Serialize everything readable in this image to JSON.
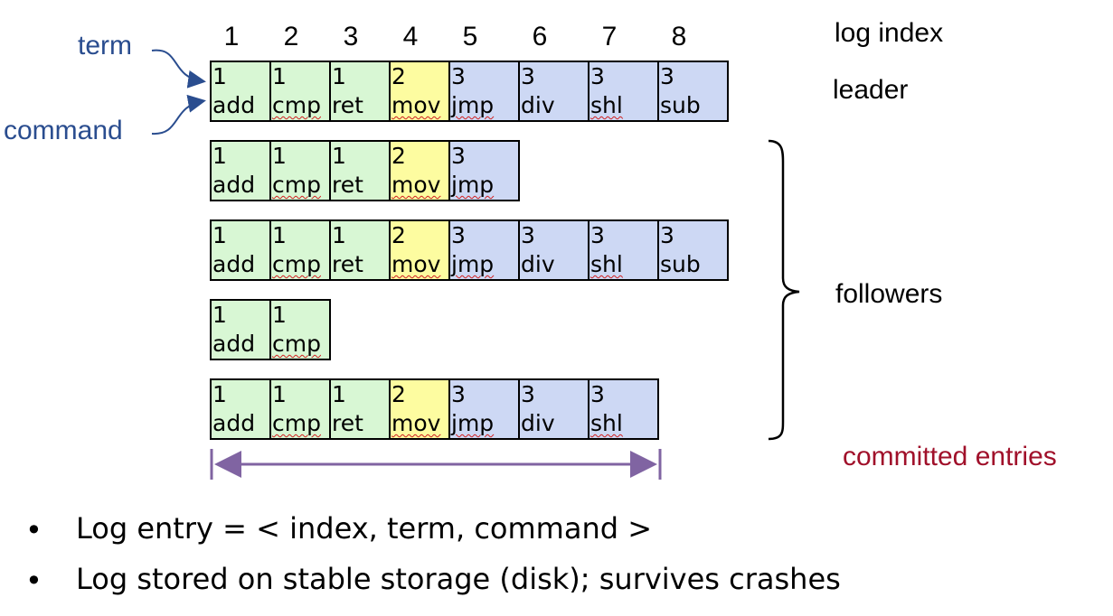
{
  "indices": [
    "1",
    "2",
    "3",
    "4",
    "5",
    "6",
    "7",
    "8"
  ],
  "labels": {
    "log_index": "log index",
    "leader": "leader",
    "followers": "followers",
    "term": "term",
    "command": "command",
    "committed": "committed entries"
  },
  "colors": {
    "green": "#d8f7d4",
    "yellow": "#fdfca0",
    "blue": "#cdd8f4",
    "accent_purple": "#8064a2",
    "label_blue": "#2a4d8f",
    "committed_red": "#a0102a"
  },
  "rows": [
    {
      "role": "leader",
      "entries": [
        {
          "t": "1",
          "c": "add"
        },
        {
          "t": "1",
          "c": "cmp"
        },
        {
          "t": "1",
          "c": "ret"
        },
        {
          "t": "2",
          "c": "mov"
        },
        {
          "t": "3",
          "c": "jmp"
        },
        {
          "t": "3",
          "c": "div"
        },
        {
          "t": "3",
          "c": "shl"
        },
        {
          "t": "3",
          "c": "sub"
        }
      ]
    },
    {
      "role": "follower",
      "entries": [
        {
          "t": "1",
          "c": "add"
        },
        {
          "t": "1",
          "c": "cmp"
        },
        {
          "t": "1",
          "c": "ret"
        },
        {
          "t": "2",
          "c": "mov"
        },
        {
          "t": "3",
          "c": "jmp"
        }
      ]
    },
    {
      "role": "follower",
      "entries": [
        {
          "t": "1",
          "c": "add"
        },
        {
          "t": "1",
          "c": "cmp"
        },
        {
          "t": "1",
          "c": "ret"
        },
        {
          "t": "2",
          "c": "mov"
        },
        {
          "t": "3",
          "c": "jmp"
        },
        {
          "t": "3",
          "c": "div"
        },
        {
          "t": "3",
          "c": "shl"
        },
        {
          "t": "3",
          "c": "sub"
        }
      ]
    },
    {
      "role": "follower",
      "entries": [
        {
          "t": "1",
          "c": "add"
        },
        {
          "t": "1",
          "c": "cmp"
        }
      ]
    },
    {
      "role": "follower",
      "entries": [
        {
          "t": "1",
          "c": "add"
        },
        {
          "t": "1",
          "c": "cmp"
        },
        {
          "t": "1",
          "c": "ret"
        },
        {
          "t": "2",
          "c": "mov"
        },
        {
          "t": "3",
          "c": "jmp"
        },
        {
          "t": "3",
          "c": "div"
        },
        {
          "t": "3",
          "c": "shl"
        }
      ]
    }
  ],
  "bullets": [
    "Log entry = < index, term, command >",
    "Log stored on stable storage (disk); survives crashes"
  ]
}
